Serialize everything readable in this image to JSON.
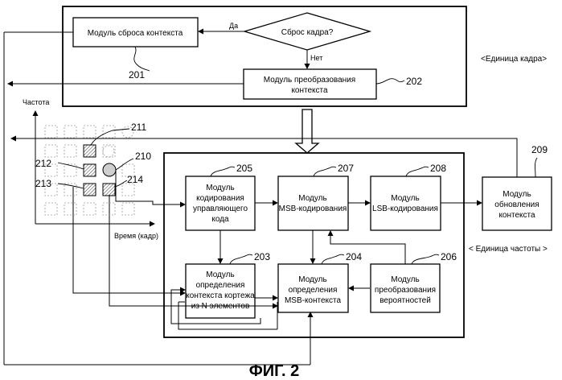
{
  "blocks": {
    "reset_module": "Модуль сброса контекста",
    "frame_reset_decision": "Сброс кадра?",
    "yes_label": "Да",
    "no_label": "Нет",
    "context_transform": [
      "Модуль преобразования",
      "контекста"
    ],
    "control_code_coding": [
      "Модуль",
      "кодирования",
      "управляющего",
      "кода"
    ],
    "msb_coding": [
      "Модуль",
      "MSB-кодирования"
    ],
    "lsb_coding": [
      "Модуль",
      "LSB-кодирования"
    ],
    "context_update": [
      "Модуль",
      "обновления",
      "контекста"
    ],
    "ntuple_context": [
      "Модуль",
      "определения",
      "контекста кортежа",
      "из N элементов"
    ],
    "msb_context": [
      "Модуль",
      "определения",
      "MSB-контекста"
    ],
    "prob_transform": [
      "Модуль",
      "преобразования",
      "вероятностей"
    ]
  },
  "labels": {
    "frame_unit": "<Единица кадра>",
    "freq_unit": "<  Единица частоты  >",
    "freq_axis": "Частота",
    "time_axis": "Время (кадр)",
    "figure": "ФИГ. 2"
  },
  "refs": {
    "r201": "201",
    "r202": "202",
    "r203": "203",
    "r204": "204",
    "r205": "205",
    "r206": "206",
    "r207": "207",
    "r208": "208",
    "r209": "209",
    "r210": "210",
    "r211": "211",
    "r212": "212",
    "r213": "213",
    "r214": "214"
  }
}
